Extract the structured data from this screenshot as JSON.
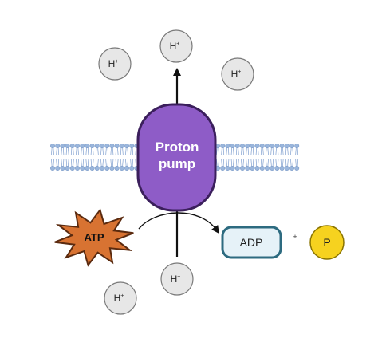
{
  "colors": {
    "membrane_head": "#9ab6dc",
    "membrane_head_stroke": "#7d9cc8",
    "membrane_tail": "#7f9fcf",
    "pump_fill": "#8e5cc7",
    "pump_stroke": "#3b1f5c",
    "ion_fill": "#e7e7e7",
    "ion_stroke": "#7a7a7a",
    "atp_fill": "#d87332",
    "atp_stroke": "#5a2a0f",
    "adp_fill": "#e6f2f8",
    "adp_stroke": "#2d6b80",
    "phosphate_fill": "#f6d21f",
    "phosphate_stroke": "#8a7400",
    "arrow": "#111111"
  },
  "ions": [
    {
      "id": "top-center",
      "base": "H",
      "charge": "+"
    },
    {
      "id": "top-left",
      "base": "H",
      "charge": "+"
    },
    {
      "id": "top-right",
      "base": "H",
      "charge": "+"
    },
    {
      "id": "bottom-center",
      "base": "H",
      "charge": "+"
    },
    {
      "id": "bottom-left",
      "base": "H",
      "charge": "+"
    }
  ],
  "pump": {
    "line1": "Proton",
    "line2": "pump"
  },
  "atp": {
    "label": "ATP"
  },
  "adp": {
    "label": "ADP"
  },
  "plus": "+",
  "phosphate": {
    "label": "P"
  }
}
